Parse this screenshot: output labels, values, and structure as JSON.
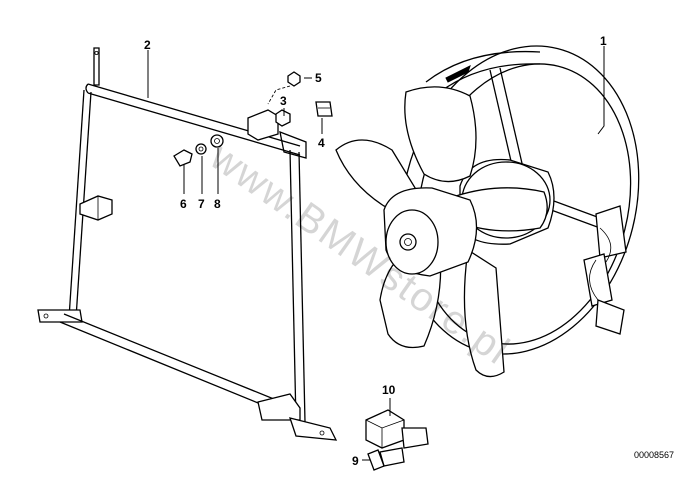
{
  "callouts": [
    {
      "id": "1",
      "label": "1"
    },
    {
      "id": "2",
      "label": "2"
    },
    {
      "id": "3",
      "label": "3"
    },
    {
      "id": "4",
      "label": "4"
    },
    {
      "id": "5",
      "label": "5"
    },
    {
      "id": "6",
      "label": "6"
    },
    {
      "id": "7",
      "label": "7"
    },
    {
      "id": "8",
      "label": "8"
    },
    {
      "id": "9",
      "label": "9"
    },
    {
      "id": "10",
      "label": "10"
    }
  ],
  "watermark": "www.BMWstore.pl",
  "drawing_number": "00008567"
}
